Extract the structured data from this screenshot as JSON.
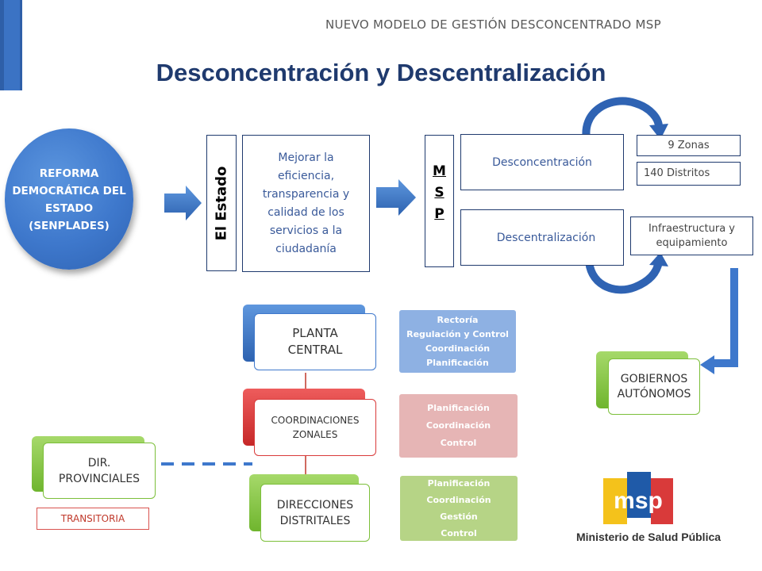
{
  "header": {
    "subtitle": "NUEVO MODELO DE GESTIÓN DESCONCENTRADO MSP",
    "title": "Desconcentración y Descentralización"
  },
  "reforma": {
    "label": "REFORMA DEMOCRÁTICA DEL ESTADO (SENPLADES)"
  },
  "estado": {
    "label": "El Estado",
    "objective": "Mejorar la eficiencia, transparencia y calidad de los servicios a la ciudadanía"
  },
  "msp": {
    "letters": [
      "M",
      "S",
      "P"
    ]
  },
  "desconcentracion": {
    "label": "Desconcentración",
    "zonas": "9 Zonas",
    "distritos": "140 Distritos"
  },
  "descentralizacion": {
    "label": "Descentralización",
    "infra": "Infraestructura y equipamiento"
  },
  "gobiernos": {
    "label": "GOBIERNOS AUTÓNOMOS"
  },
  "levels": {
    "planta": {
      "label": "PLANTA CENTRAL",
      "functions": [
        "Rectoría",
        "Regulación y Control",
        "Coordinación",
        "Planificación"
      ]
    },
    "zonales": {
      "label": "COORDINACIONES ZONALES",
      "functions": [
        "Planificación",
        "Coordinación",
        "Control"
      ]
    },
    "distritales": {
      "label": "DIRECCIONES DISTRITALES",
      "functions": [
        "Planificación",
        "Coordinación",
        "Gestión",
        "Control"
      ]
    }
  },
  "provinciales": {
    "label": "DIR. PROVINCIALES",
    "status": "TRANSITORIA"
  },
  "logo": {
    "letters": "msp",
    "text": "Ministerio de Salud Pública"
  },
  "colors": {
    "blue": "#3e78cc",
    "red": "#d93a3a",
    "green": "#7cbf3a",
    "dark": "#1f3a6e"
  }
}
